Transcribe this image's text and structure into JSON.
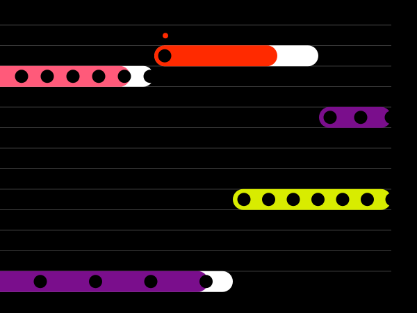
{
  "board": {
    "background": "#000000",
    "lane_line_color": "#3a3a3a",
    "lane_count": 13,
    "track_color": "#ffffff"
  },
  "bars": [
    {
      "id": "red",
      "lane": 1,
      "color": "#ff2a00",
      "dots": 1,
      "progress": 0.75,
      "clipped_left": false,
      "clipped_right": false
    },
    {
      "id": "pink",
      "lane": 2,
      "color": "#ff5a7a",
      "dots": 6,
      "progress": 0.86,
      "clipped_left": true,
      "clipped_right": false
    },
    {
      "id": "purple",
      "lane": 4,
      "color": "#7a0e8c",
      "dots": 3,
      "progress": 1.0,
      "clipped_left": false,
      "clipped_right": true
    },
    {
      "id": "yellow",
      "lane": 8,
      "color": "#d8ec00",
      "dots": 7,
      "progress": 1.0,
      "clipped_left": false,
      "clipped_right": true
    },
    {
      "id": "violet",
      "lane": 12,
      "color": "#7a0e8c",
      "dots": 4,
      "progress": 0.9,
      "clipped_left": true,
      "clipped_right": false
    }
  ],
  "marker": {
    "bar": "red",
    "color": "#ff2a00"
  }
}
